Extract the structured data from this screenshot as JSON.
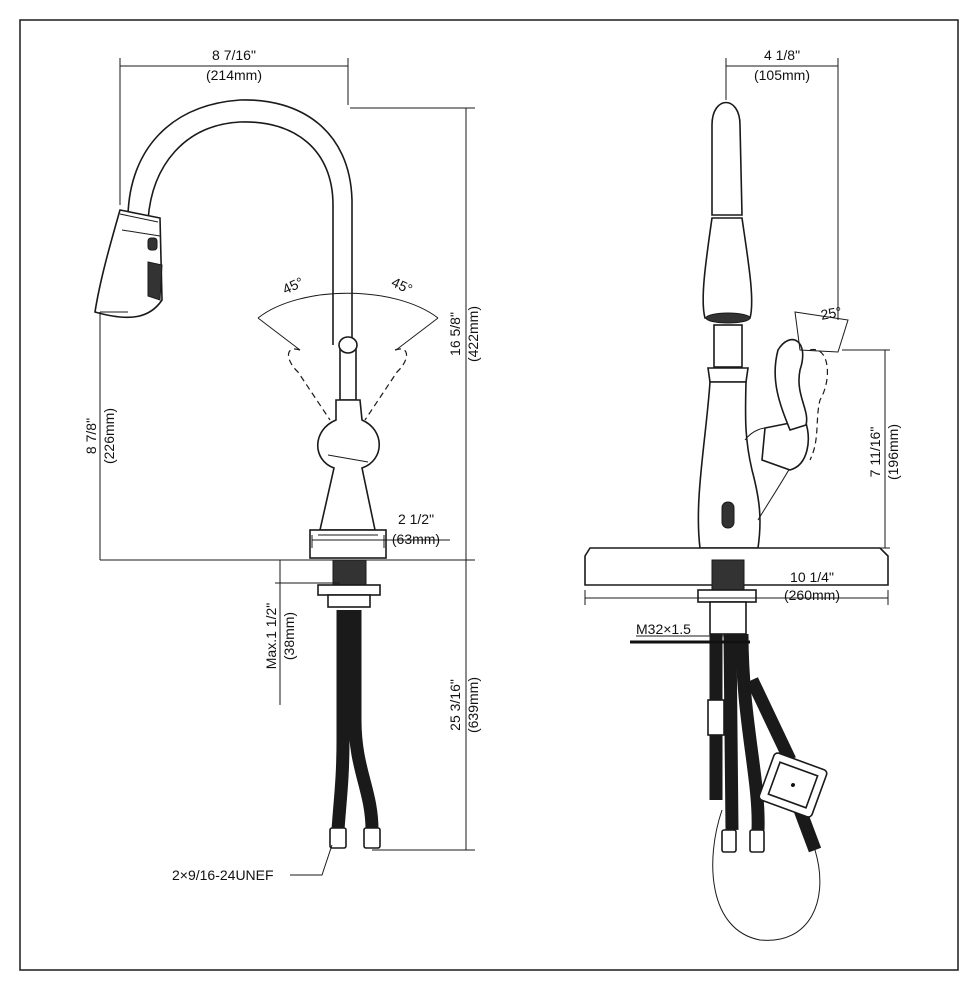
{
  "labels": {
    "spout_reach_in": "8 7/16\"",
    "spout_reach_mm": "(214mm)",
    "handle_angle_left": "45°",
    "handle_angle_right": "45°",
    "total_height_in": "16 5/8\"",
    "total_height_mm": "(422mm)",
    "spout_height_in": "8 7/8\"",
    "spout_height_mm": "(226mm)",
    "base_width_in": "2 1/2\"",
    "base_width_mm": "(63mm)",
    "max_deck_in": "Max.1 1/2\"",
    "max_deck_mm": "(38mm)",
    "hose_length_in": "25 3/16\"",
    "hose_length_mm": "(639mm)",
    "connector": "2×9/16-24UNEF",
    "side_reach_in": "4 1/8\"",
    "side_reach_mm": "(105mm)",
    "handle_angle_side": "25°",
    "handle_height_in": "7 11/16\"",
    "handle_height_mm": "(196mm)",
    "deckplate_in": "10 1/4\"",
    "deckplate_mm": "(260mm)",
    "thread": "M32×1.5"
  }
}
